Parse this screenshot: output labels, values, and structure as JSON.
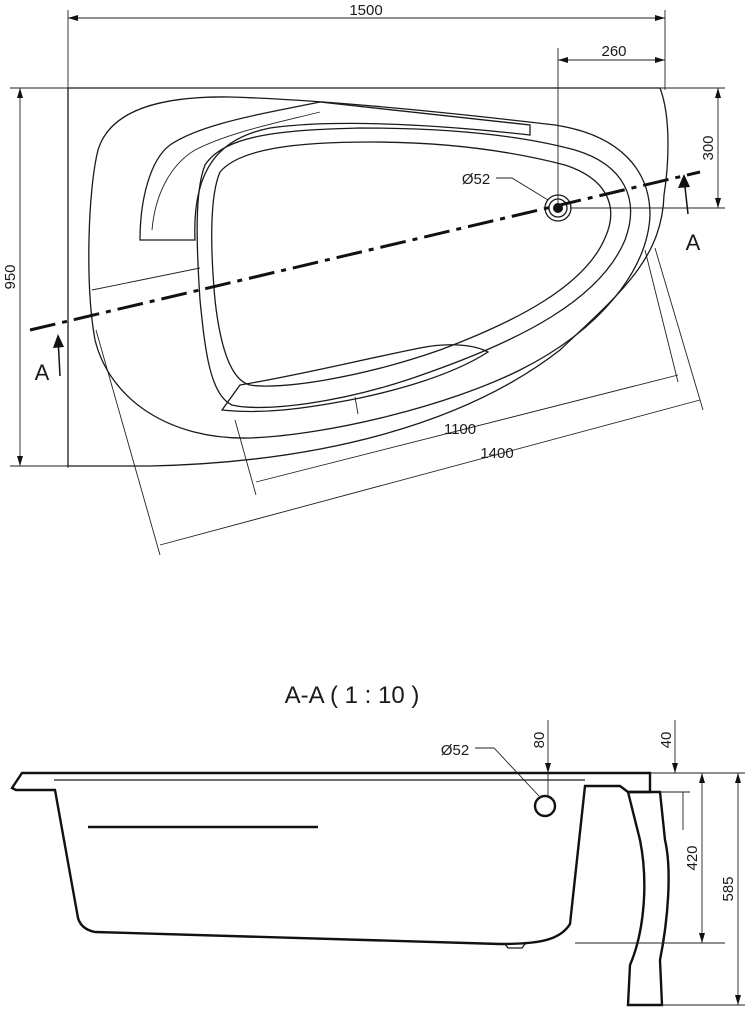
{
  "plan_view": {
    "dimensions": {
      "overall_width": "1500",
      "drain_offset_x": "260",
      "drain_offset_y": "300",
      "overall_depth": "950",
      "inner_length": "1100",
      "outer_length": "1400"
    },
    "drain_label": "Ø52",
    "section_marker_left": "A",
    "section_marker_right": "A"
  },
  "section_view": {
    "title": "A-A  ( 1 : 10 )",
    "overflow_label": "Ø52",
    "dimensions": {
      "overflow_height": "80",
      "rim_thickness": "40",
      "inner_depth": "420",
      "total_height": "585"
    }
  }
}
